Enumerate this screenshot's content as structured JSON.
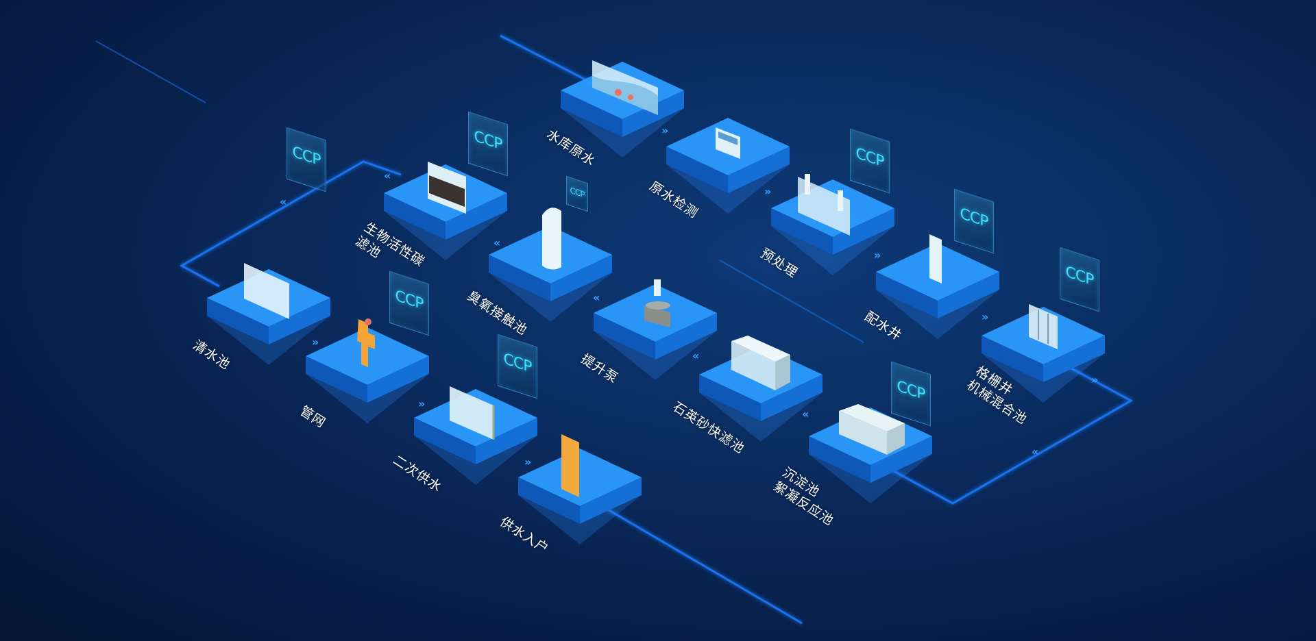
{
  "diagram": {
    "stations": [
      {
        "id": "reservoir",
        "lines": [
          "水库原水"
        ]
      },
      {
        "id": "raw-test",
        "lines": [
          "原水检测"
        ]
      },
      {
        "id": "pretreat",
        "lines": [
          "预处理"
        ]
      },
      {
        "id": "dist-well",
        "lines": [
          "配水井"
        ]
      },
      {
        "id": "grid-well",
        "lines": [
          "格栅井",
          "机械混合池"
        ]
      },
      {
        "id": "sediment",
        "lines": [
          "沉淀池",
          "絮凝反应池"
        ]
      },
      {
        "id": "quartz-filter",
        "lines": [
          "石英砂快滤池"
        ]
      },
      {
        "id": "lift-pump",
        "lines": [
          "提升泵"
        ]
      },
      {
        "id": "ozone",
        "lines": [
          "臭氧接触池"
        ]
      },
      {
        "id": "carbon",
        "lines": [
          "生物活性碳",
          "滤池"
        ]
      },
      {
        "id": "clear-pool",
        "lines": [
          "清水池"
        ]
      },
      {
        "id": "pipe-net",
        "lines": [
          "管网"
        ]
      },
      {
        "id": "secondary",
        "lines": [
          "二次供水"
        ]
      },
      {
        "id": "household",
        "lines": [
          "供水入户"
        ]
      }
    ],
    "ccp_label": "CCP",
    "colors": {
      "accent": "#3fe0ff",
      "tile_top": "#1f86e6",
      "flow_line": "#1e7bff"
    }
  }
}
